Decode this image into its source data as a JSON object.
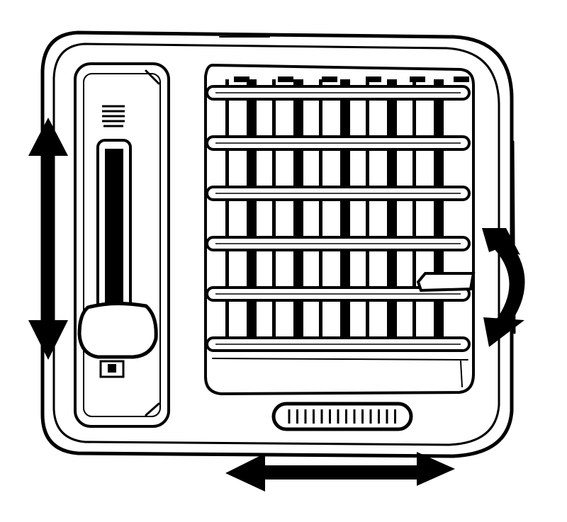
{
  "illustration": {
    "subject": "air-vent-assembly",
    "ink_color": "#000000",
    "paper_color": "#ffffff",
    "icons": {
      "vertical_arrow": "double-arrow-up-down-icon",
      "horizontal_arrow": "double-arrow-left-right-icon",
      "rotate_arrow": "curved-rotate-arrow-icon",
      "slider_knob": "slider-knob-icon",
      "thumbwheel": "thumbwheel-icon"
    },
    "louver_count": 6,
    "vane_count": 10
  }
}
